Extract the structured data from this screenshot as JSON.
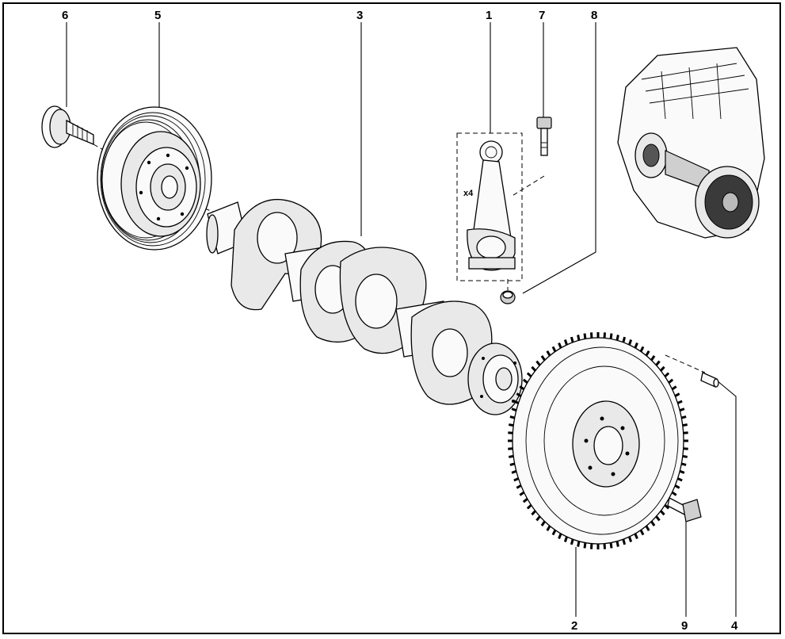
{
  "callouts": [
    {
      "label": "1"
    },
    {
      "label": "2"
    },
    {
      "label": "3"
    },
    {
      "label": "4"
    },
    {
      "label": "5"
    },
    {
      "label": "6"
    },
    {
      "label": "7"
    },
    {
      "label": "8"
    },
    {
      "label": "9"
    }
  ],
  "quantity_label": "x4"
}
